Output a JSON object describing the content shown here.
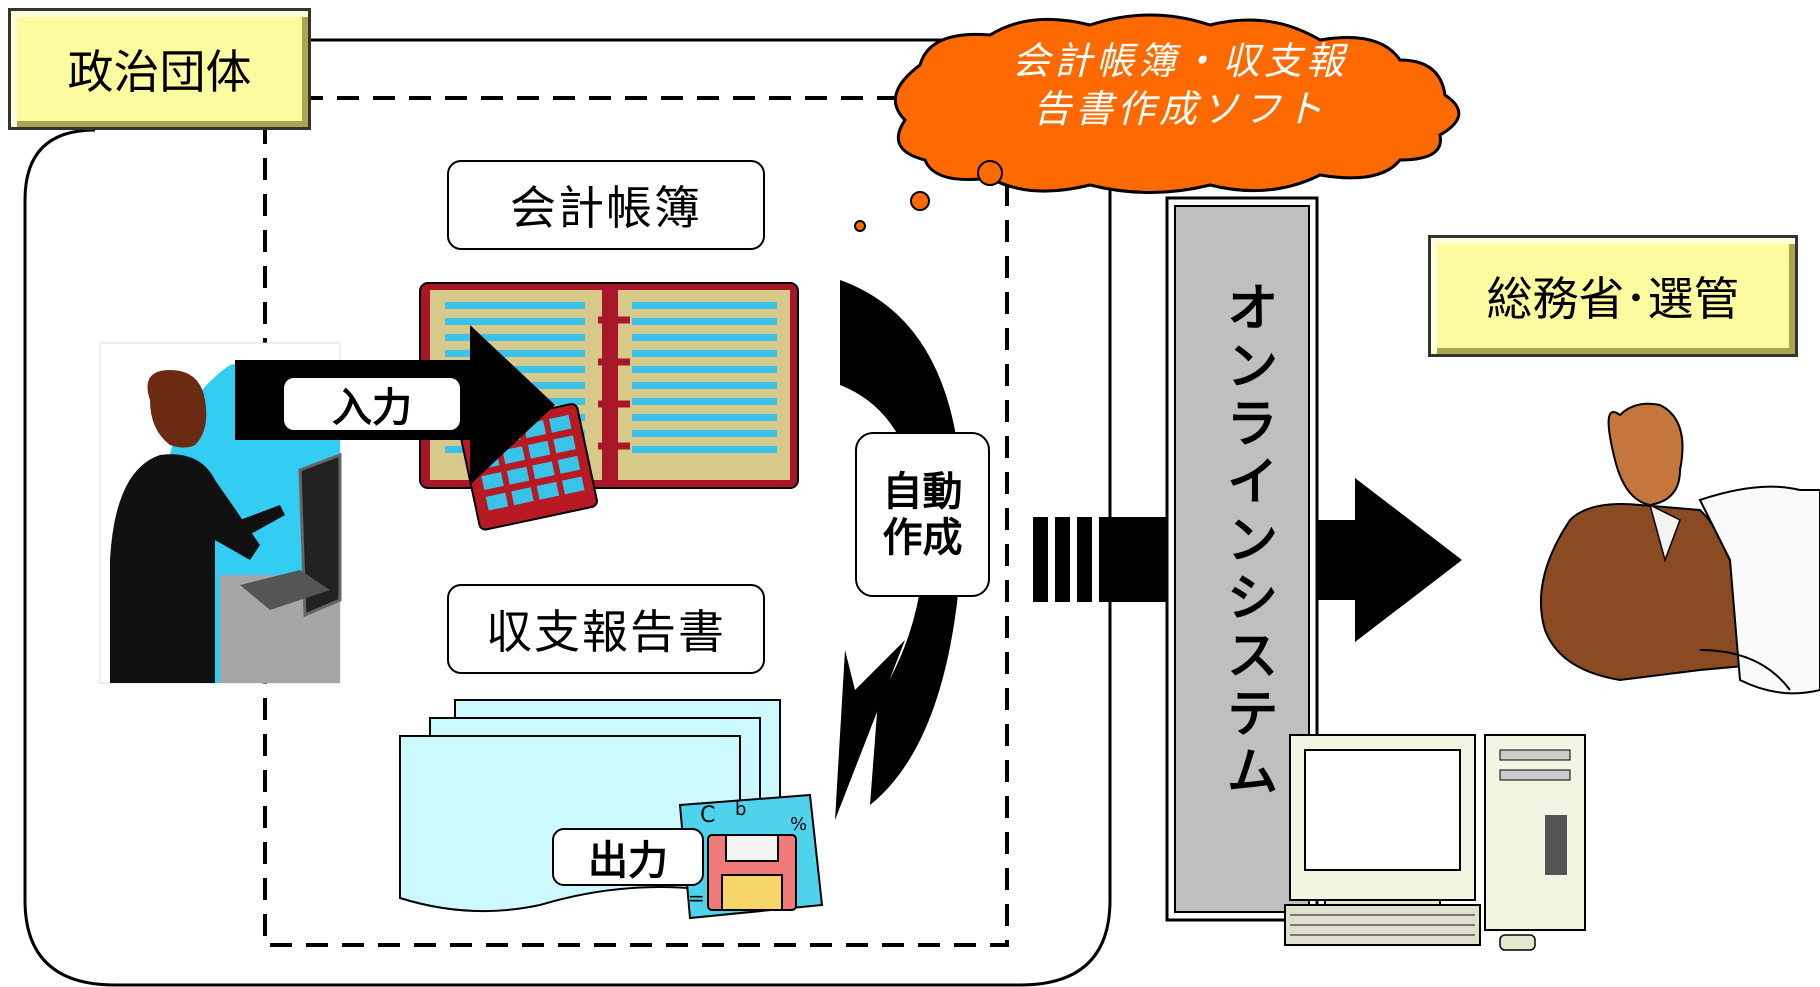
{
  "labels": {
    "organization": "政治団体",
    "ministry": "総務省･選管",
    "ledger": "会計帳簿",
    "report": "収支報告書",
    "input": "入力",
    "output": "出力",
    "auto_line1": "自動",
    "auto_line2": "作成",
    "cloud_line1": "会計帳簿・収支報",
    "cloud_line2": "告書作成ソフト",
    "online_system": "オンラインシステム"
  },
  "colors": {
    "label_fill": "#fdfba0",
    "cloud_fill": "#ff6a00",
    "ledger_cover": "#a8162a",
    "ledger_page": "#d6c98a",
    "ledger_lines": "#39c3e8",
    "calculator": "#b81a24",
    "calculator_keys": "#39c3e8",
    "report_pages": "#ccf9ff",
    "online_bar": "#bfbfbf",
    "person_bg": "#33ccf2"
  },
  "icons": [
    "person-at-computer-icon",
    "ledger-book-icon",
    "calculator-icon",
    "floppy-disk-icon",
    "clerk-at-computer-icon",
    "desktop-computer-icon"
  ]
}
